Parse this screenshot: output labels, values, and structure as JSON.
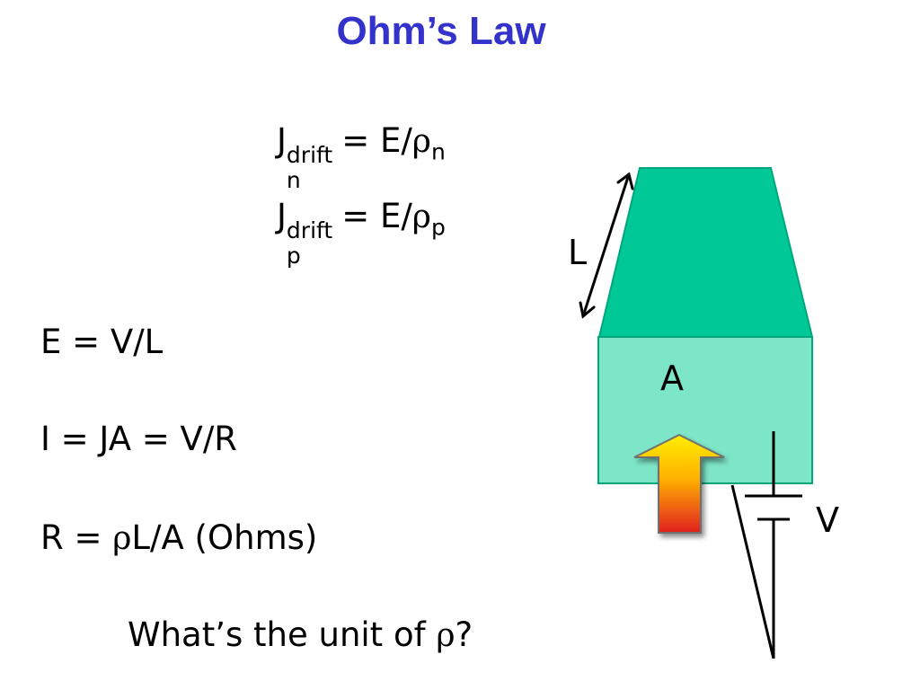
{
  "title": "Ohm’s Law",
  "equations": {
    "jn": {
      "base": "J",
      "sup": "drift",
      "sub": "n",
      "rhs": "= E/",
      "rho": "ρ",
      "rho_sub": "n"
    },
    "jp": {
      "base": "J",
      "sup": "drift",
      "sub": "p",
      "rhs": "= E/",
      "rho": "ρ",
      "rho_sub": "p"
    },
    "e_field": "E = V/L",
    "current": "I = JA = V/R",
    "resistance": {
      "prefix": "R = ",
      "rho": "ρ",
      "suffix": "L/A (Ohms)"
    },
    "question": {
      "prefix": "What’s the unit of ",
      "rho": "ρ",
      "suffix": "?"
    }
  },
  "diagram": {
    "length_label": "L",
    "area_label": "A",
    "voltage_label": "V",
    "colors": {
      "top_face": "#00c896",
      "front_face": "#7ee6c8",
      "arrow_top": "#ffee00",
      "arrow_bottom": "#e02020",
      "title": "#3333cc"
    }
  }
}
